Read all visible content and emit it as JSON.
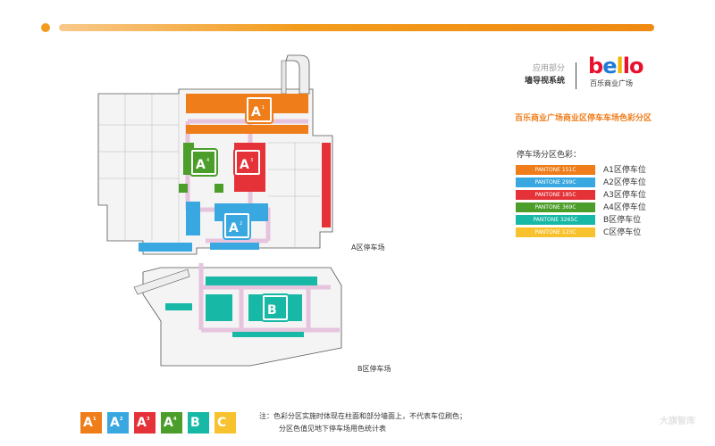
{
  "colors": {
    "accent": "#f39c1c",
    "a1": "#ee7d1a",
    "a2": "#3aa8e0",
    "a3": "#e53238",
    "a4": "#4c9e2b",
    "b": "#18b8a6",
    "c": "#f8c22e",
    "logo_red": "#e8112d",
    "logo_yellow": "#f4b400",
    "logo_blue": "#1f7bd8"
  },
  "header": {
    "category": "应用部分",
    "system": "墙导视系统",
    "logo_text": "bello",
    "logo_sub": "百乐商业广场",
    "subtitle": "百乐商业广场商业区停车车场色彩分区"
  },
  "legend": {
    "title": "停车场分区色彩：",
    "items": [
      {
        "pantone": "PANTONE 151C",
        "label": "A1区停车位",
        "color": "#ee7d1a"
      },
      {
        "pantone": "PANTONE 299C",
        "label": "A2区停车位",
        "color": "#3aa8e0"
      },
      {
        "pantone": "PANTONE 185C",
        "label": "A3区停车位",
        "color": "#e53238"
      },
      {
        "pantone": "PANTONE 369C",
        "label": "A4区停车位",
        "color": "#4c9e2b"
      },
      {
        "pantone": "PANTONE 3265C",
        "label": "B区停车位",
        "color": "#18b8a6"
      },
      {
        "pantone": "PANTONE 123C",
        "label": "C区停车位",
        "color": "#f8c22e"
      }
    ]
  },
  "map": {
    "lot_a_label": "A区停车场",
    "lot_b_label": "B区停车场",
    "markers": [
      {
        "letter": "A",
        "num": "1"
      },
      {
        "letter": "A",
        "num": "4"
      },
      {
        "letter": "A",
        "num": "3"
      },
      {
        "letter": "A",
        "num": "2"
      },
      {
        "letter": "B",
        "num": ""
      }
    ]
  },
  "badges": [
    {
      "letter": "A",
      "num": "1"
    },
    {
      "letter": "A",
      "num": "2"
    },
    {
      "letter": "A",
      "num": "3"
    },
    {
      "letter": "A",
      "num": "4"
    },
    {
      "letter": "B",
      "num": ""
    },
    {
      "letter": "C",
      "num": ""
    }
  ],
  "note": {
    "line1": "注：色彩分区实施时体现在柱面和部分墙面上，不代表车位刷色；",
    "line2": "分区色值见地下停车场用色统计表"
  },
  "watermark": "大旗智库"
}
